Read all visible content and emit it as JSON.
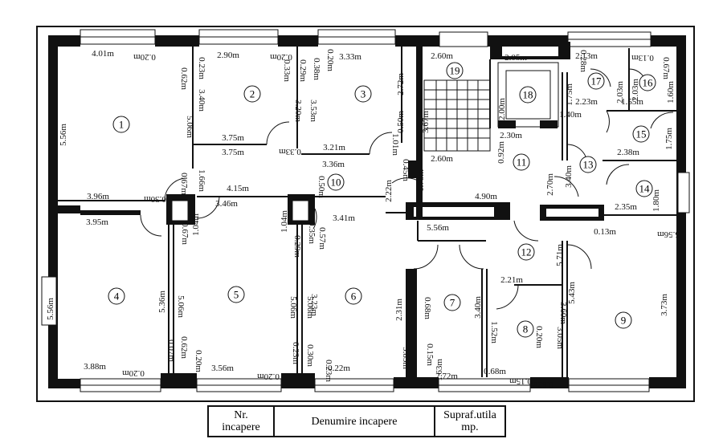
{
  "rooms": [
    "1",
    "2",
    "3",
    "4",
    "5",
    "6",
    "7",
    "8",
    "9",
    "10",
    "11",
    "12",
    "13",
    "14",
    "15",
    "16",
    "17",
    "18",
    "19"
  ],
  "dimensions": [
    "4.01m",
    "0.20m",
    "0.62m",
    "0.23m",
    "5.56m",
    "5.06m",
    "3.96m",
    "0.30m",
    "0.67m",
    "1.66m",
    "2.90m",
    "0.20m",
    "0.33m",
    "0.29m",
    "3.40m",
    "3.75m",
    "3.75m",
    "0.33m",
    "3.20m",
    "0.38m",
    "0.20m",
    "3.33m",
    "2.72m",
    "3.53m",
    "0.50m",
    "3.21m",
    "3.36m",
    "1.01m",
    "2.60m",
    "3.67m",
    "1.78m",
    "2.60m",
    "0.45m",
    "2.22m",
    "2.05m",
    "2.00m",
    "2.30m",
    "0.92m",
    "4.90m",
    "2.70m",
    "2.13m",
    "0.28m",
    "1.75m",
    "0.13m",
    "2.03m",
    "2.03m",
    "0.67m",
    "1.60m",
    "2.23m",
    "1.55m",
    "1.40m",
    "3.40m",
    "2.38m",
    "1.75m",
    "1.80m",
    "2.35m",
    "4.15m",
    "3.46m",
    "1.04m",
    "1.04m",
    "0.50m",
    "0.57m",
    "3.41m",
    "3.95m",
    "5.56m",
    "3.88m",
    "0.20m",
    "0.67m",
    "5.36m",
    "5.06m",
    "0.62m",
    "0.07m",
    "0.20m",
    "3.56m",
    "0.20m",
    "0.23m",
    "0.30m",
    "5.06m",
    "0.35m",
    "0.29m",
    "5.06m",
    "3.23m",
    "0.22m",
    "0.23m",
    "5.85m",
    "2.31m",
    "5.56m",
    "0.68m",
    "0.15m",
    "1.63m",
    "2.72m",
    "2.21m",
    "5.71m",
    "3.40m",
    "1.52m",
    "0.68m",
    "0.20m",
    "0.15m",
    "0.52m",
    "3.05m",
    "3.60m",
    "0.13m",
    "5.56m",
    "5.43m",
    "3.73m"
  ],
  "legend": {
    "col1": "Nr.\nincapere",
    "col2": "Denumire incapere",
    "col3": "Supraf.utila\nmp."
  }
}
